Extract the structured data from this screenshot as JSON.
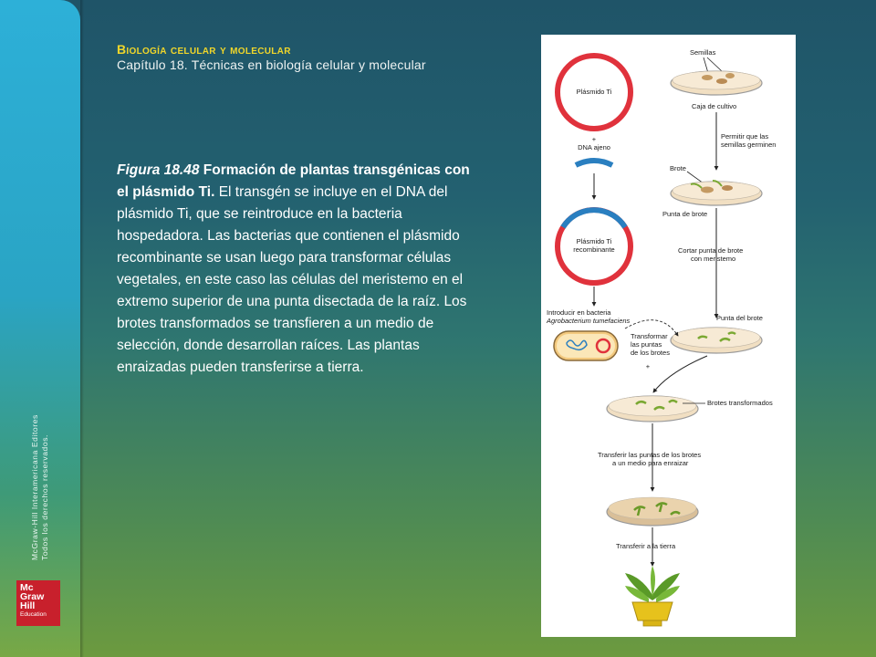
{
  "header": {
    "book_title": "Biología celular y molecular",
    "chapter": "Capítulo 18. Técnicas en biología celular y molecular"
  },
  "caption": {
    "figure_label": "Figura 18.48",
    "title": "Formación de plantas transgénicas con el plásmido Ti.",
    "body": "El transgén se incluye en el DNA del plásmido Ti, que se reintroduce en la bacteria hospedadora. Las bacterias que contienen el plásmido recombinante se usan luego para transformar células vegetales, en este caso las células del meristemo en el extremo superior de una punta disectada de la raíz. Los brotes transformados se transfieren a un medio de selección, donde desarrollan raíces. Las plantas enraizadas pueden transferirse a tierra."
  },
  "sidebar": {
    "copyright_line1": "McGraw-Hill Interamericana Editores",
    "copyright_line2": "Todos los derechos reservados.",
    "logo_line1": "Mc",
    "logo_line2": "Graw",
    "logo_line3": "Hill",
    "logo_line4": "Education"
  },
  "diagram": {
    "plasmid_ti": "Plásmido Ti",
    "plus_1": "+",
    "dna_foreign": "DNA ajeno",
    "plasmid_recombinant_1": "Plásmido Ti",
    "plasmid_recombinant_2": "recombinante",
    "introduce_bacteria_1": "Introducir en bacteria",
    "introduce_bacteria_2": "Agrobacterium tumefaciens",
    "seeds": "Semillas",
    "culture_dish": "Caja de cultivo",
    "germinate_1": "Permitir que las",
    "germinate_2": "semillas germinen",
    "shoot": "Brote",
    "shoot_tip": "Punta de brote",
    "cut_tip_1": "Cortar punta de brote",
    "cut_tip_2": "con meristemo",
    "shoot_tip_2": "Punta del brote",
    "transform_1": "Transformar",
    "transform_2": "las puntas",
    "transform_3": "de los brotes",
    "plus_2": "+",
    "transformed_shoots": "Brotes transformados",
    "transfer_medium_1": "Transferir las puntas de los brotes",
    "transfer_medium_2": "a un medio para enraizar",
    "transfer_soil": "Transferir a la tierra"
  },
  "colors": {
    "plasmid_red": "#e0323c",
    "dna_blue": "#2a7fc0",
    "dish_agar": "#f1dfc2",
    "shoot_green": "#7aa832",
    "title_yellow": "#f0d62a"
  }
}
